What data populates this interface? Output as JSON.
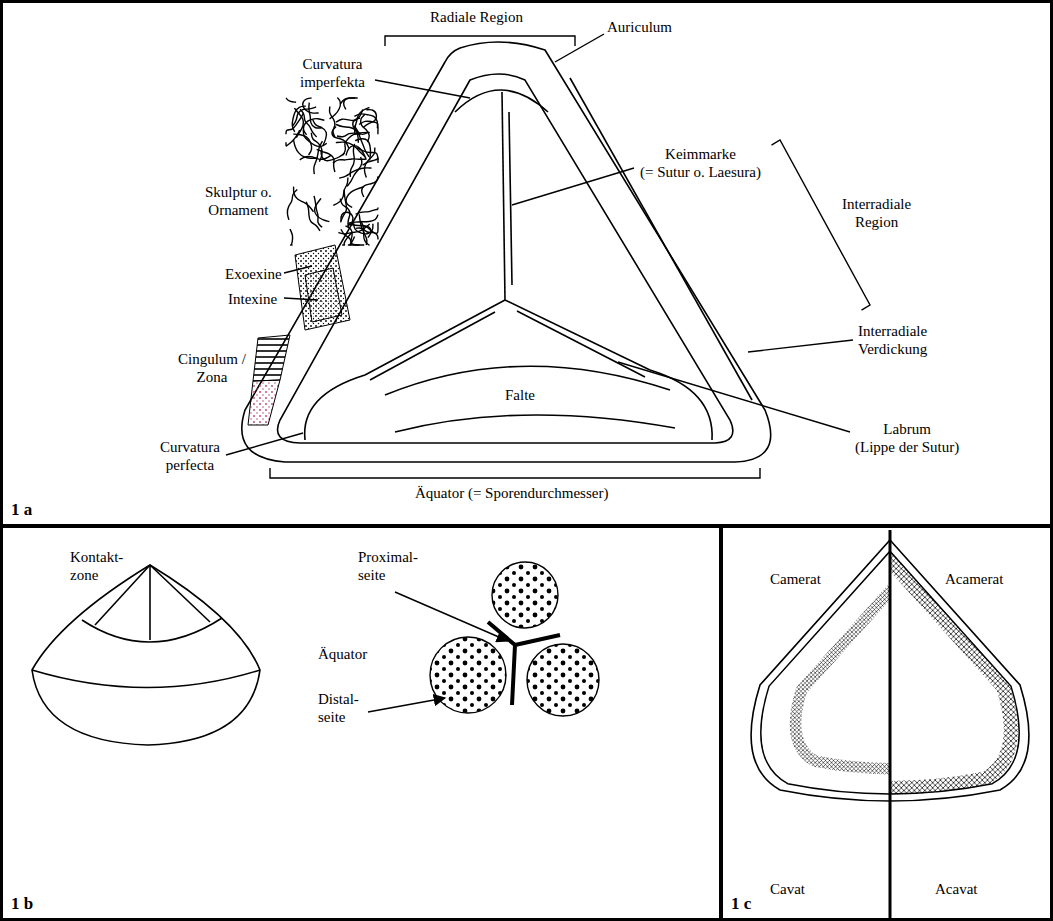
{
  "diagram": {
    "nodes": [
      {
        "text": [
          "1 a"
        ]
      },
      {
        "text": [
          "1 b"
        ]
      },
      {
        "text": [
          "1 c"
        ]
      }
    ],
    "labels": [
      "Radiale Region",
      "Curvatura imperfekta",
      "Auriculum",
      "Keimmarke (= Sutur o. Laesura)",
      "Interradiale Region",
      "Skulptur o. Ornament",
      "Exoexine",
      "Intexine",
      "Interradiale Verdickung",
      "Cingulum / Zona",
      "Falte",
      "Labrum (Lippe der Sutur)",
      "Curvatura perfecta",
      "Äquator (= Sporendurchmesser)",
      "Kontakt- zone",
      "Proximal- seite",
      "Äquator",
      "Distal- seite",
      "Camerat",
      "Acamerat",
      "Cavat",
      "Acavat"
    ]
  }
}
